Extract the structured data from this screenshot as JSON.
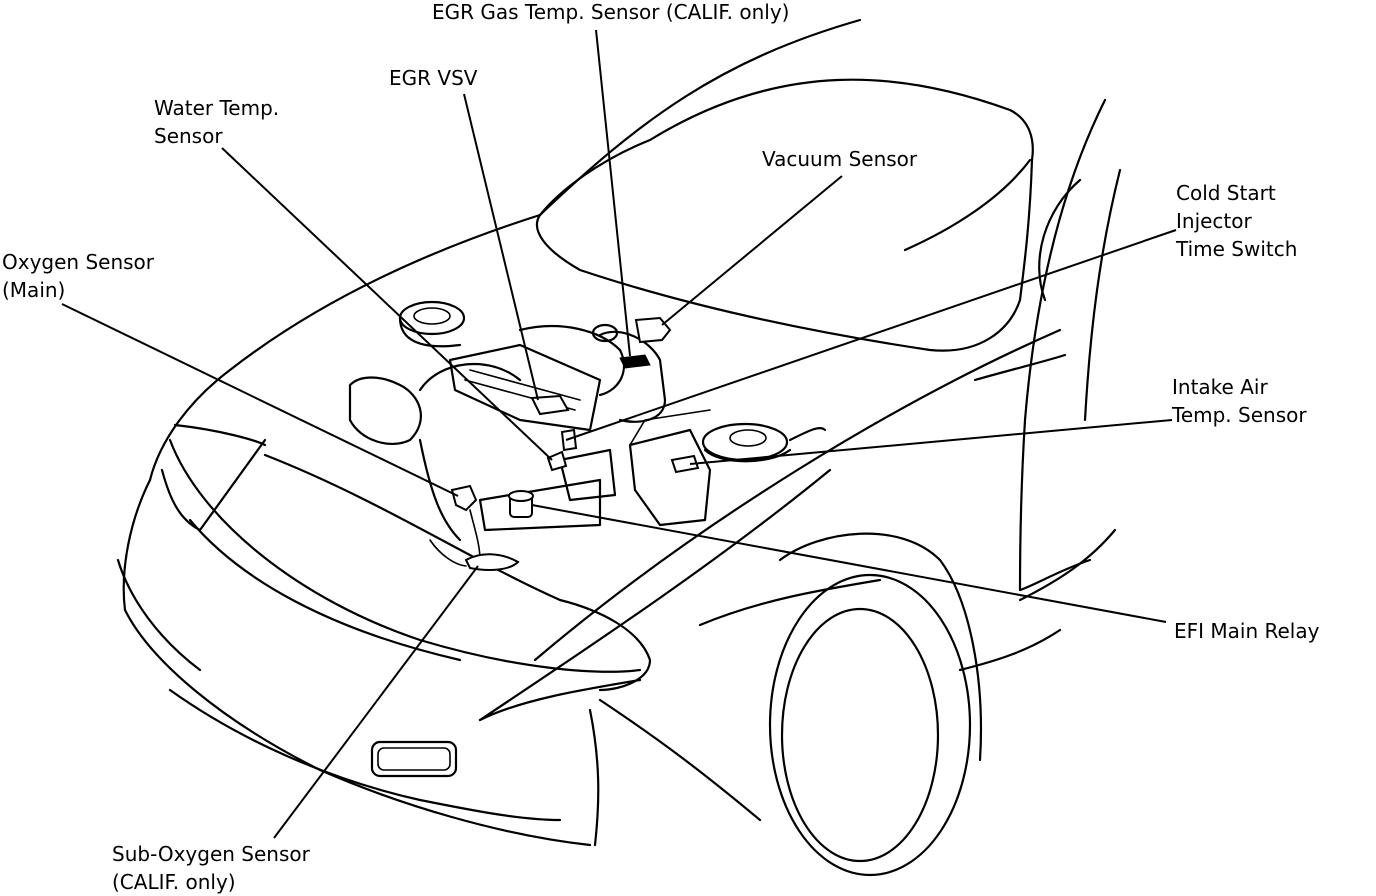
{
  "labels": {
    "egr_gas_temp": [
      "EGR Gas Temp. Sensor (CALIF. only)"
    ],
    "egr_vsv": [
      "EGR VSV"
    ],
    "water_temp": [
      "Water Temp.",
      "Sensor"
    ],
    "vacuum": [
      "Vacuum Sensor"
    ],
    "cold_start": [
      "Cold Start",
      "Injector",
      "Time Switch"
    ],
    "oxygen_main": [
      "Oxygen Sensor",
      "(Main)"
    ],
    "intake_air": [
      "Intake Air",
      "Temp. Sensor"
    ],
    "efi_relay": [
      "EFI Main Relay"
    ],
    "sub_oxygen": [
      "Sub-Oxygen Sensor",
      "(CALIF. only)"
    ]
  }
}
